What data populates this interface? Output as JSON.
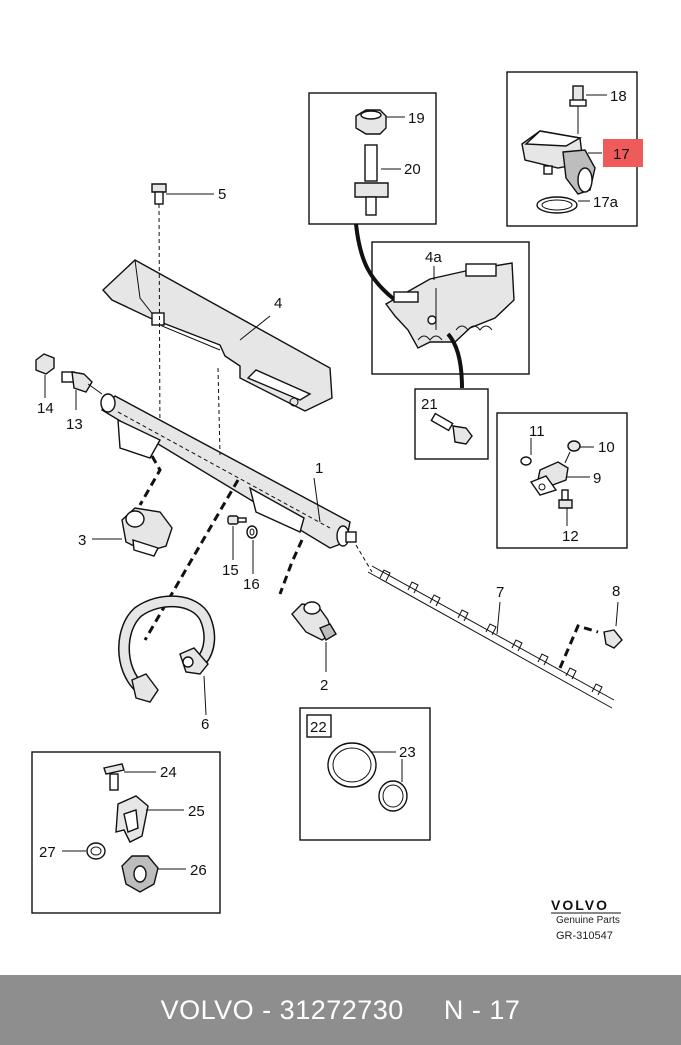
{
  "diagram": {
    "part_labels": {
      "p1": "1",
      "p2": "2",
      "p3": "3",
      "p4": "4",
      "p4a": "4a",
      "p5": "5",
      "p6": "6",
      "p7": "7",
      "p8": "8",
      "p9": "9",
      "p10": "10",
      "p11": "11",
      "p12": "12",
      "p13": "13",
      "p14": "14",
      "p15": "15",
      "p16": "16",
      "p17": "17",
      "p17a": "17a",
      "p18": "18",
      "p19": "19",
      "p20": "20",
      "p21": "21",
      "p22": "22",
      "p23": "23",
      "p24": "24",
      "p25": "25",
      "p26": "26",
      "p27": "27"
    },
    "highlight_color": "#ef5a5a",
    "highlighted_part": "17"
  },
  "logo": {
    "brand": "VOLVO",
    "subtitle": "Genuine Parts",
    "code": "GR-310547"
  },
  "footer": {
    "brand": "VOLVO",
    "sep1": " - ",
    "part_number": "31272730",
    "gap": "     ",
    "ref_prefix": "N",
    "sep2": " - ",
    "ref_number": "17",
    "background": "#8e8e8e"
  }
}
